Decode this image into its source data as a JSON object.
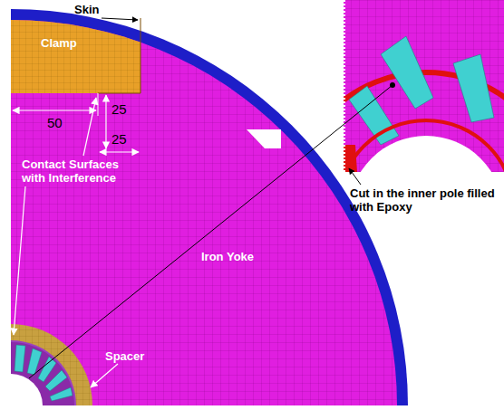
{
  "diagram": {
    "nodes": [
      {
        "text": [
          "Clamp"
        ]
      }
    ],
    "labels": [
      "Skin",
      "50",
      "25",
      "25",
      "Contact Surfaces with Interference",
      "Iron Yoke",
      "Spacer",
      "Cut in the inner pole filled with Epoxy"
    ]
  }
}
